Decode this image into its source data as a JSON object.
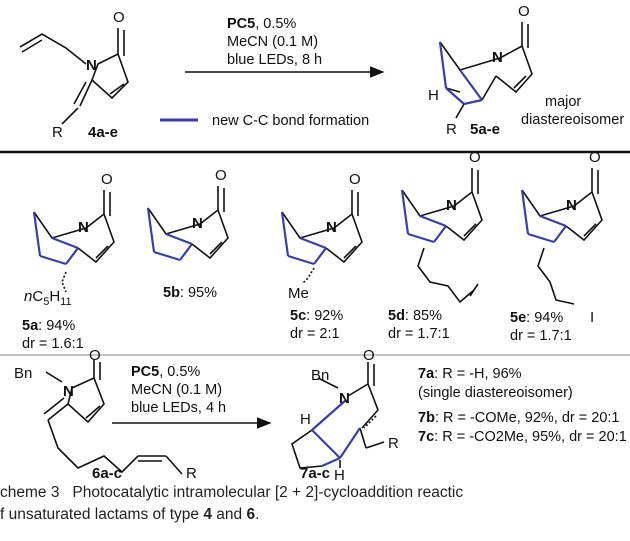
{
  "top": {
    "reactant_label": "4a-e",
    "r_group": "R",
    "conditions": {
      "catalyst": "PC5",
      "loading": ", 0.5%",
      "solvent": "MeCN (0.1 M)",
      "light": "blue LEDs, 8 h"
    },
    "legend_text": "new C-C bond formation",
    "product_label": "5a-e",
    "h_label": "H",
    "r_label": "R",
    "note_line1": "major",
    "note_line2": "diastereoisomer"
  },
  "products": [
    {
      "code": "5a",
      "yield_text": ": 94%",
      "dr_text": "dr = 1.6:1",
      "substituent": "nC5H11"
    },
    {
      "code": "5b",
      "yield_text": ": 95%",
      "dr_text": ""
    },
    {
      "code": "5c",
      "yield_text": ": 92%",
      "dr_text": "dr = 2:1",
      "substituent": "Me"
    },
    {
      "code": "5d",
      "yield_text": ": 85%",
      "dr_text": "dr = 1.7:1"
    },
    {
      "code": "5e",
      "yield_text": ": 94%",
      "dr_text": "dr = 1.7:1",
      "substituent": "I"
    }
  ],
  "bottom": {
    "bn_label": "Bn",
    "n_label": "N",
    "o_label": "O",
    "reactant_label": "6a-c",
    "r_group": "R",
    "conditions": {
      "catalyst": "PC5",
      "loading": ", 0.5%",
      "solvent": "MeCN (0.1 M)",
      "light": "blue LEDs, 4 h"
    },
    "product_label": "7a-c",
    "h_label": "H",
    "r_label": "R",
    "results": [
      {
        "code": "7a",
        "text": ": R = -H, 96%"
      },
      {
        "code": "",
        "text": "(single diastereoisomer)"
      },
      {
        "code": "7b",
        "text": ": R = -COMe, 92%, dr = 20:1"
      },
      {
        "code": "7c",
        "text": ": R = -CO2Me, 95%, dr = 20:1"
      }
    ]
  },
  "caption": {
    "prefix": "cheme 3",
    "text1": "Photocatalytic intramolecular [2 + 2]-cycloaddition reactic",
    "text2a": "f unsaturated lactams of type ",
    "num1": "4",
    "text2b": " and ",
    "num2": "6",
    "text2c": "."
  },
  "colors": {
    "new_bond": "#3a3fa8",
    "ink": "#111111"
  }
}
